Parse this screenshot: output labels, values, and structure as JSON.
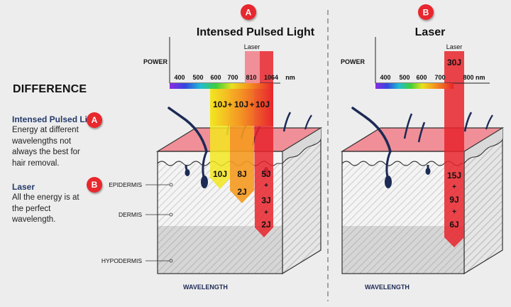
{
  "sidebar": {
    "heading": "DIFFERENCE",
    "ipl": {
      "title": "Intensed Pulsed Light",
      "badge": "A",
      "description": "Energy at different wavelengths not always the best for hair removal."
    },
    "laser": {
      "title": "Laser",
      "badge": "B",
      "description": "All the energy is at the perfect wavelength."
    }
  },
  "layers": {
    "epidermis": "EPIDERMIS",
    "dermis": "DERMIS",
    "hypodermis": "HYPODERMIS"
  },
  "panel_a": {
    "badge": "A",
    "title": "Intensed Pulsed Light",
    "power_label": "POWER",
    "wavelength_label": "WAVELENGTH",
    "band_label": "Laser",
    "ticks": [
      "400",
      "500",
      "600",
      "700",
      "810",
      "1064"
    ],
    "unit": "nm",
    "energy_top": [
      "10J",
      "+",
      "10J",
      "+",
      "10J"
    ],
    "energy_mid": [
      "10J",
      "8J",
      "5J"
    ],
    "energy_lower": [
      "2J",
      "+",
      "3J",
      "+",
      "2J"
    ]
  },
  "panel_b": {
    "badge": "B",
    "title": "Laser",
    "power_label": "POWER",
    "wavelength_label": "WAVELENGTH",
    "band_label": "Laser",
    "ticks": [
      "400",
      "500",
      "600",
      "700",
      "800 nm"
    ],
    "energy_top": "30J",
    "energy_stack": [
      "15J",
      "+",
      "9J",
      "+",
      "6J"
    ]
  },
  "colors": {
    "badge_red": "#e8282d",
    "navy": "#243a6b",
    "skin_pink": "#f08f97",
    "beam_red": "#e8232b",
    "hair": "#1c2a55"
  }
}
